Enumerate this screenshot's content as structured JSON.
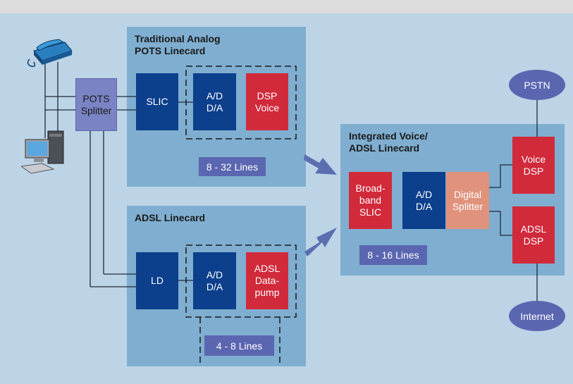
{
  "pots_linecard": {
    "title": "Traditional Analog\nPOTS Linecard",
    "slic": "SLIC",
    "adda": "A/D\nD/A",
    "dsp": "DSP\nVoice",
    "lines": "8 - 32 Lines"
  },
  "adsl_linecard": {
    "title": "ADSL Linecard",
    "ld": "LD",
    "adda": "A/D\nD/A",
    "datapump": "ADSL\nData-\npump",
    "lines": "4 - 8 Lines"
  },
  "integrated_linecard": {
    "title": "Integrated Voice/\nADSL Linecard",
    "broadband_slic": "Broad-\nband\nSLIC",
    "adda": "A/D\nD/A",
    "digital_splitter": "Digital\nSplitter",
    "voice_dsp": "Voice\nDSP",
    "adsl_dsp": "ADSL\nDSP",
    "lines": "8 - 16 Lines"
  },
  "pots_splitter": "POTS\nSplitter",
  "pstn": "PSTN",
  "internet": "Internet",
  "colors": {
    "background": "#bcd4e6",
    "panel": "#7faed0",
    "navy_block": "#0c3f8c",
    "red_block": "#d12a3b",
    "splitter_block": "#e0927c",
    "lines_badge": "#5b66b0",
    "arrow": "#5b6fb0"
  },
  "icons": [
    "telephone-icon",
    "computer-icon"
  ]
}
